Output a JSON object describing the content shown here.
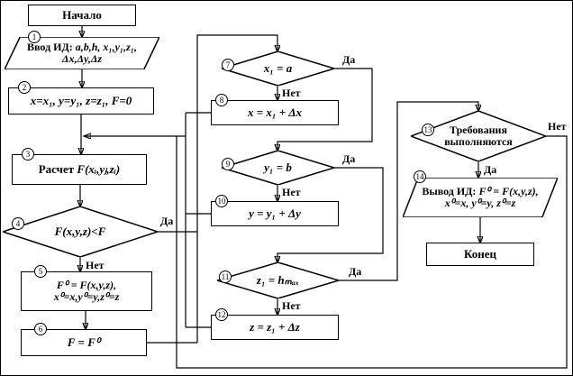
{
  "labels": {
    "yes": "Да",
    "no": "Нет"
  },
  "nodes": {
    "start": {
      "text": "Начало"
    },
    "n1": {
      "num": "1",
      "prefix": "Ввод ИД: ",
      "formula1": "a,b,h, x₁,y₁,z₁,",
      "formula2": "Δx,Δy,Δz"
    },
    "n2": {
      "num": "2",
      "formula": "x=x₁, y=y₁, z=z₁, F=0"
    },
    "n3": {
      "num": "3",
      "prefix": "Расчет ",
      "formula": "F(xᵢ,yⱼ,zᵢ)"
    },
    "n4": {
      "num": "4",
      "formula": "F(x,y,z)<F"
    },
    "n5": {
      "num": "5",
      "formula1": "F⁰ = F(x,y,z),",
      "formula2": "x⁰=x,y⁰=y,z⁰=z"
    },
    "n6": {
      "num": "6",
      "formula": "F = F⁰"
    },
    "n7": {
      "num": "7",
      "formula": "x₁ = a"
    },
    "n8": {
      "num": "8",
      "formula": "x = x₁ + Δx"
    },
    "n9": {
      "num": "9",
      "formula": "y₁ = b"
    },
    "n10": {
      "num": "10",
      "formula": "y = y₁ + Δy"
    },
    "n11": {
      "num": "11",
      "formula": "z₁ = hₘₐₓ"
    },
    "n12": {
      "num": "12",
      "formula": "z = z₁ + Δz"
    },
    "n13": {
      "num": "13",
      "line1": "Требования",
      "line2": "выполняются"
    },
    "n14": {
      "num": "14",
      "prefix": "Вывод ИД: ",
      "formula1": "F⁰ = F(x,y,z),",
      "formula2": "x⁰=x, y⁰=y, z⁰=z"
    },
    "end": {
      "text": "Конец"
    }
  }
}
